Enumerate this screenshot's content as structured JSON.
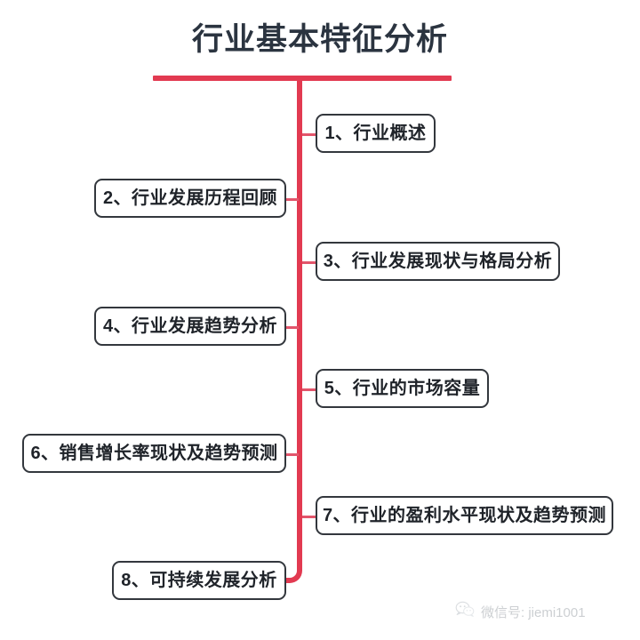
{
  "page": {
    "title": "行业基本特征分析",
    "accent_color": "#e23a51",
    "node_border_color": "#33373d",
    "title_color": "#2b3440",
    "background": "#ffffff"
  },
  "mindmap": {
    "root_label": "行业基本特征分析",
    "nodes": [
      {
        "index": "1",
        "label": "1、行业概述",
        "side": "right"
      },
      {
        "index": "2",
        "label": "2、行业发展历程回顾",
        "side": "left"
      },
      {
        "index": "3",
        "label": "3、行业发展现状与格局分析",
        "side": "right"
      },
      {
        "index": "4",
        "label": "4、行业发展趋势分析",
        "side": "left"
      },
      {
        "index": "5",
        "label": "5、行业的市场容量",
        "side": "right"
      },
      {
        "index": "6",
        "label": "6、销售增长率现状及趋势预测",
        "side": "left"
      },
      {
        "index": "7",
        "label": "7、行业的盈利水平现状及趋势预测",
        "side": "right"
      },
      {
        "index": "8",
        "label": "8、可持续发展分析",
        "side": "left"
      }
    ]
  },
  "watermark": {
    "icon": "wechat-icon",
    "text": "微信号: jiemi1001"
  }
}
